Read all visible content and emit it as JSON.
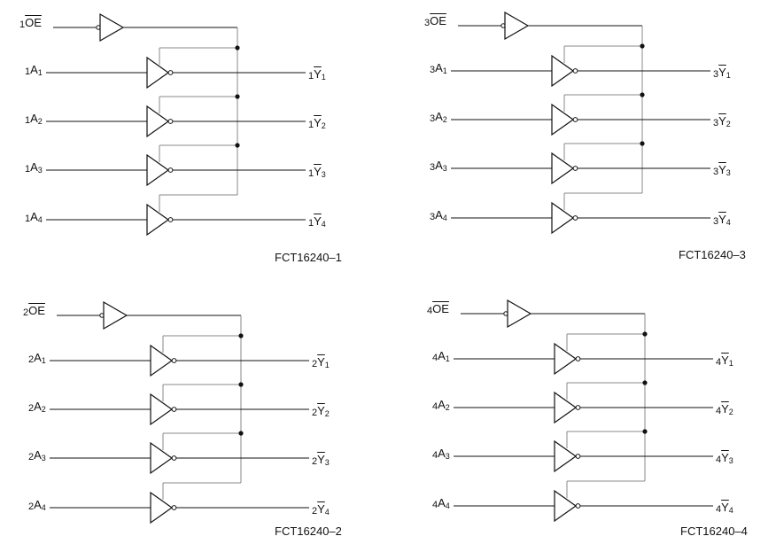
{
  "diagram": {
    "colors": {
      "line": "#111111",
      "wire_light": "#888888",
      "text": "#111111",
      "background": "#ffffff"
    },
    "blocks": [
      {
        "enable": {
          "prefix": "1",
          "name": "OE"
        },
        "inputs": [
          {
            "prefix": "1",
            "name": "A",
            "sub": "1"
          },
          {
            "prefix": "1",
            "name": "A",
            "sub": "2"
          },
          {
            "prefix": "1",
            "name": "A",
            "sub": "3"
          },
          {
            "prefix": "1",
            "name": "A",
            "sub": "4"
          }
        ],
        "outputs": [
          {
            "prefix": "1",
            "name": "Y",
            "sub": "1"
          },
          {
            "prefix": "1",
            "name": "Y",
            "sub": "2"
          },
          {
            "prefix": "1",
            "name": "Y",
            "sub": "3"
          },
          {
            "prefix": "1",
            "name": "Y",
            "sub": "4"
          }
        ],
        "figure_label": "FCT16240–1"
      },
      {
        "enable": {
          "prefix": "3",
          "name": "OE"
        },
        "inputs": [
          {
            "prefix": "3",
            "name": "A",
            "sub": "1"
          },
          {
            "prefix": "3",
            "name": "A",
            "sub": "2"
          },
          {
            "prefix": "3",
            "name": "A",
            "sub": "3"
          },
          {
            "prefix": "3",
            "name": "A",
            "sub": "4"
          }
        ],
        "outputs": [
          {
            "prefix": "3",
            "name": "Y",
            "sub": "1"
          },
          {
            "prefix": "3",
            "name": "Y",
            "sub": "2"
          },
          {
            "prefix": "3",
            "name": "Y",
            "sub": "3"
          },
          {
            "prefix": "3",
            "name": "Y",
            "sub": "4"
          }
        ],
        "figure_label": "FCT16240–3"
      },
      {
        "enable": {
          "prefix": "2",
          "name": "OE"
        },
        "inputs": [
          {
            "prefix": "2",
            "name": "A",
            "sub": "1"
          },
          {
            "prefix": "2",
            "name": "A",
            "sub": "2"
          },
          {
            "prefix": "2",
            "name": "A",
            "sub": "3"
          },
          {
            "prefix": "2",
            "name": "A",
            "sub": "4"
          }
        ],
        "outputs": [
          {
            "prefix": "2",
            "name": "Y",
            "sub": "1"
          },
          {
            "prefix": "2",
            "name": "Y",
            "sub": "2"
          },
          {
            "prefix": "2",
            "name": "Y",
            "sub": "3"
          },
          {
            "prefix": "2",
            "name": "Y",
            "sub": "4"
          }
        ],
        "figure_label": "FCT16240–2"
      },
      {
        "enable": {
          "prefix": "4",
          "name": "OE"
        },
        "inputs": [
          {
            "prefix": "4",
            "name": "A",
            "sub": "1"
          },
          {
            "prefix": "4",
            "name": "A",
            "sub": "2"
          },
          {
            "prefix": "4",
            "name": "A",
            "sub": "3"
          },
          {
            "prefix": "4",
            "name": "A",
            "sub": "4"
          }
        ],
        "outputs": [
          {
            "prefix": "4",
            "name": "Y",
            "sub": "1"
          },
          {
            "prefix": "4",
            "name": "Y",
            "sub": "2"
          },
          {
            "prefix": "4",
            "name": "Y",
            "sub": "3"
          },
          {
            "prefix": "4",
            "name": "Y",
            "sub": "4"
          }
        ],
        "figure_label": "FCT16240–4"
      }
    ]
  }
}
